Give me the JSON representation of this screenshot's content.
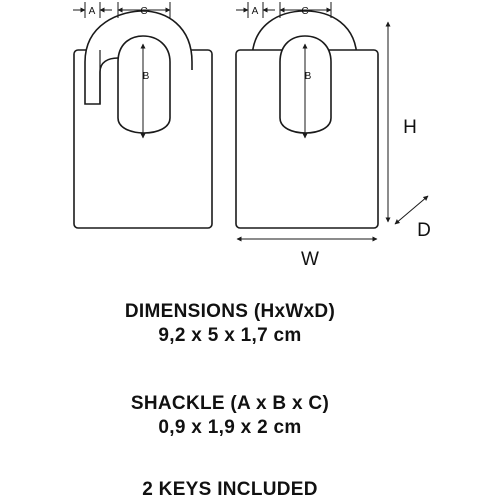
{
  "labels": {
    "a": "A",
    "b": "B",
    "c": "C",
    "h": "H",
    "w": "W",
    "d": "D"
  },
  "specs": {
    "dimensions_title": "DIMENSIONS (HxWxD)",
    "dimensions_value": "9,2 x 5 x 1,7 cm",
    "shackle_title": "SHACKLE (A x B x C)",
    "shackle_value": "0,9 x 1,9 x 2 cm",
    "keys": "2 KEYS INCLUDED"
  },
  "colors": {
    "stroke": "#1a1a1a"
  }
}
